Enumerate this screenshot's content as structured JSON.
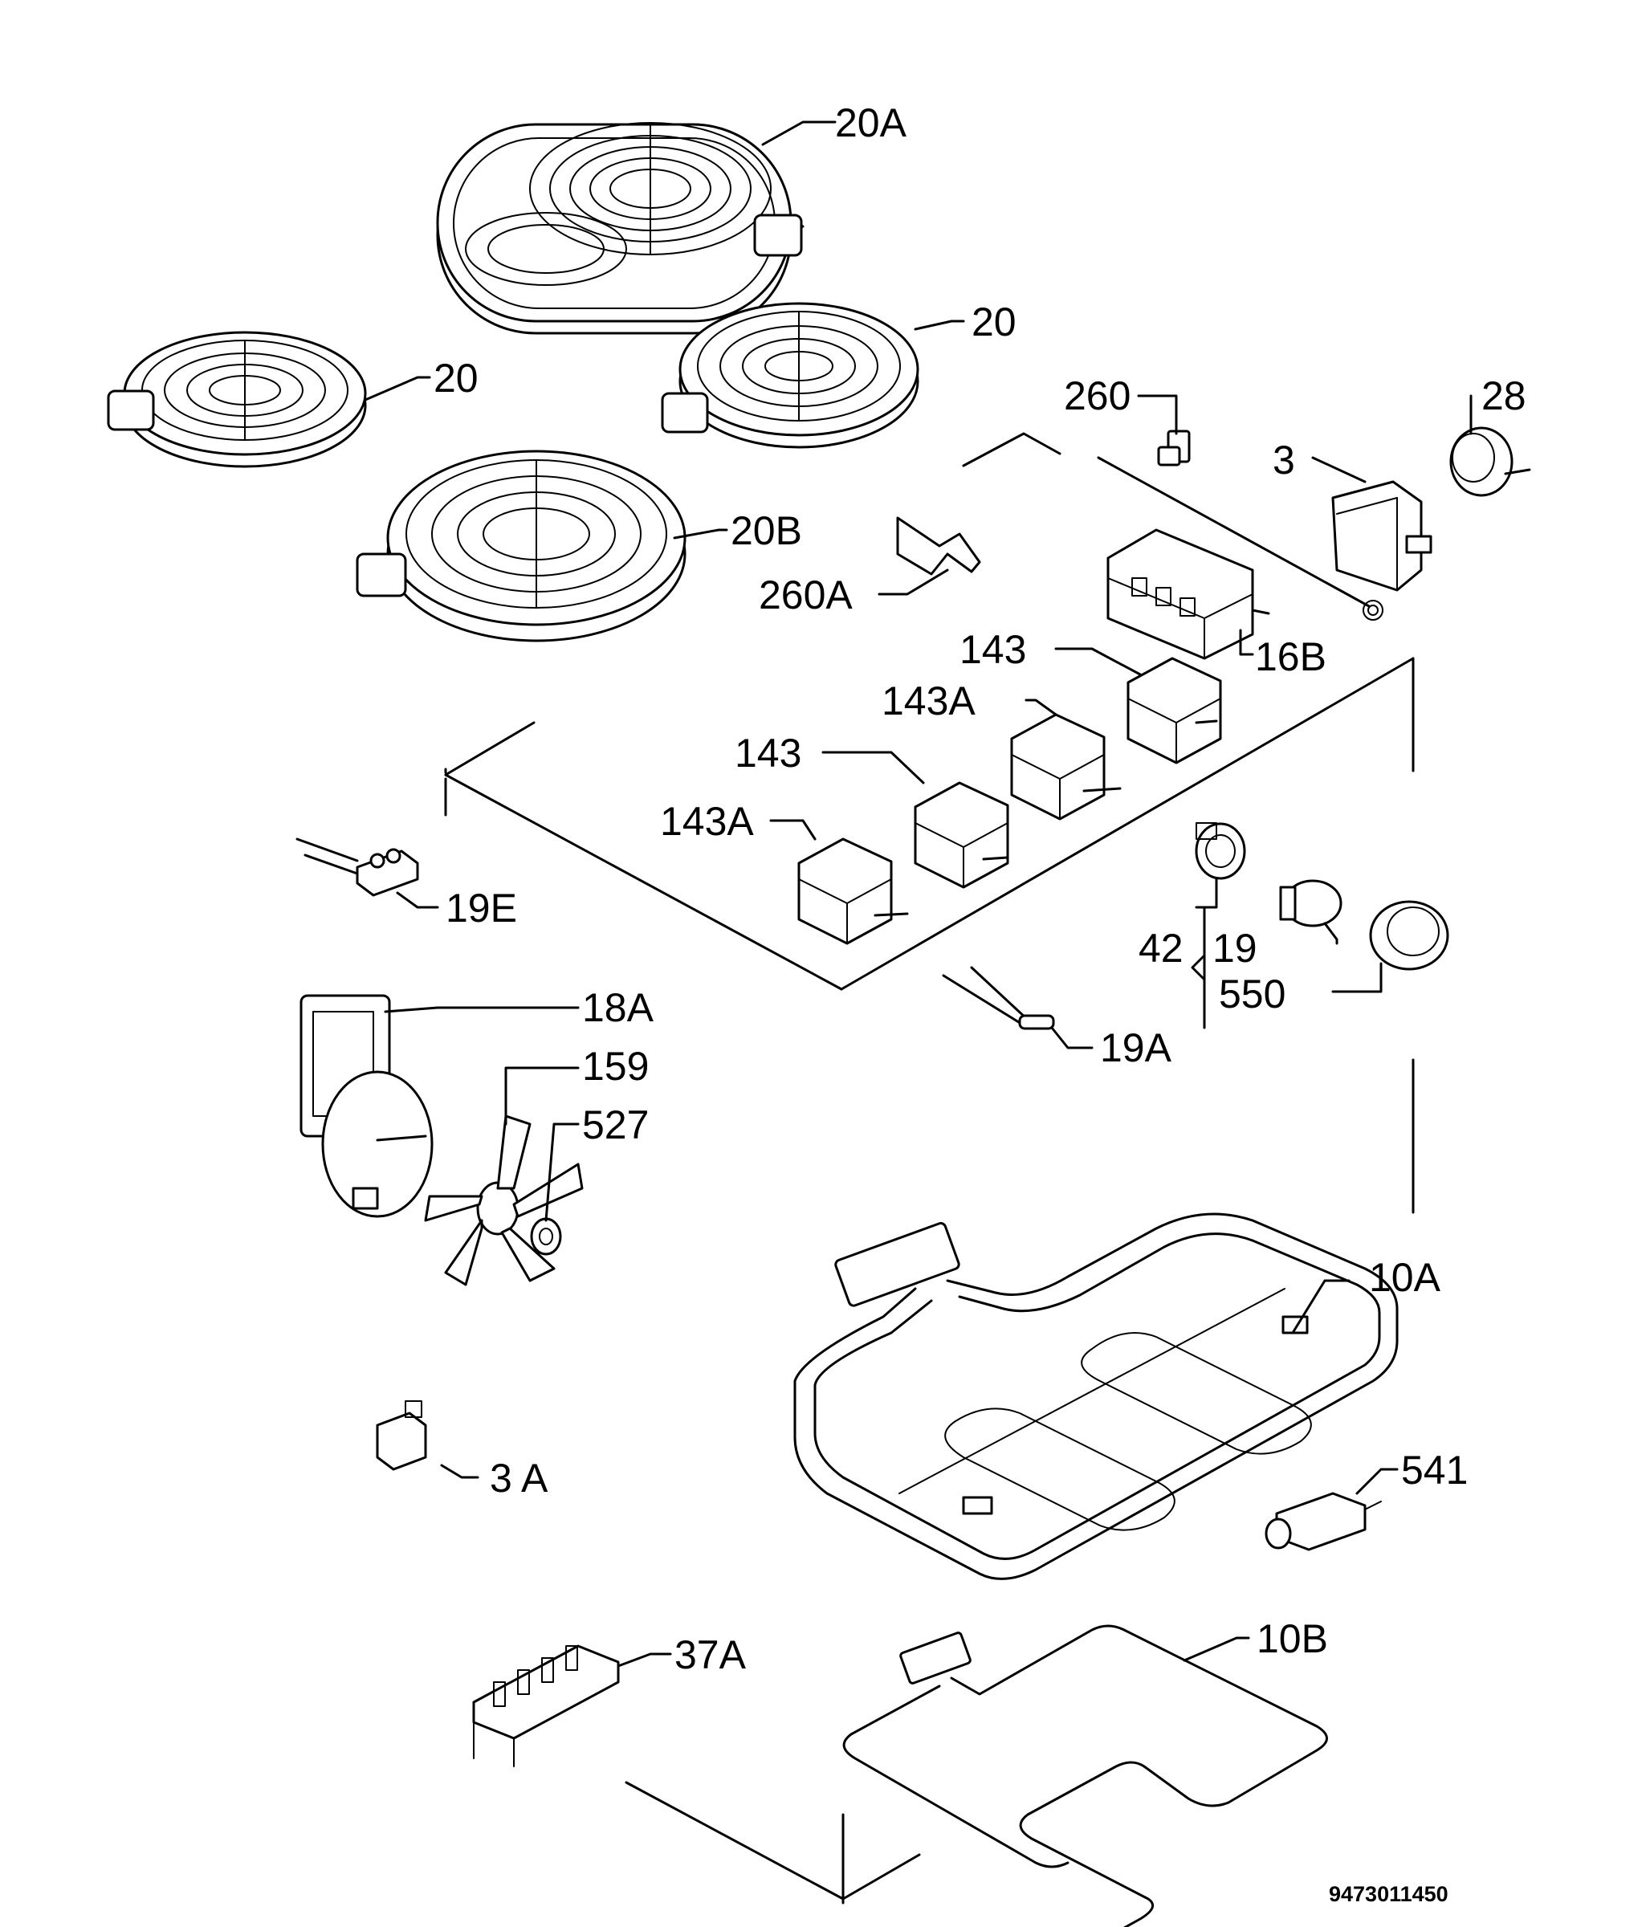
{
  "labels": {
    "l20a": "20A",
    "l20_right": "20",
    "l20_left": "20",
    "l260": "260",
    "l28": "28",
    "l3": "3",
    "l20b": "20B",
    "l260a": "260A",
    "l16b": "16B",
    "l143_top": "143",
    "l143a_top": "143A",
    "l143_mid": "143",
    "l143a_bot": "143A",
    "l19e": "19E",
    "l42": "42",
    "l19": "19",
    "l550": "550",
    "l18a": "18A",
    "l19a": "19A",
    "l159": "159",
    "l527": "527",
    "l10a": "10A",
    "l3a": "3 A",
    "l541": "541",
    "l37a": "37A",
    "l10b": "10B"
  },
  "catalog_number": "9473011450"
}
